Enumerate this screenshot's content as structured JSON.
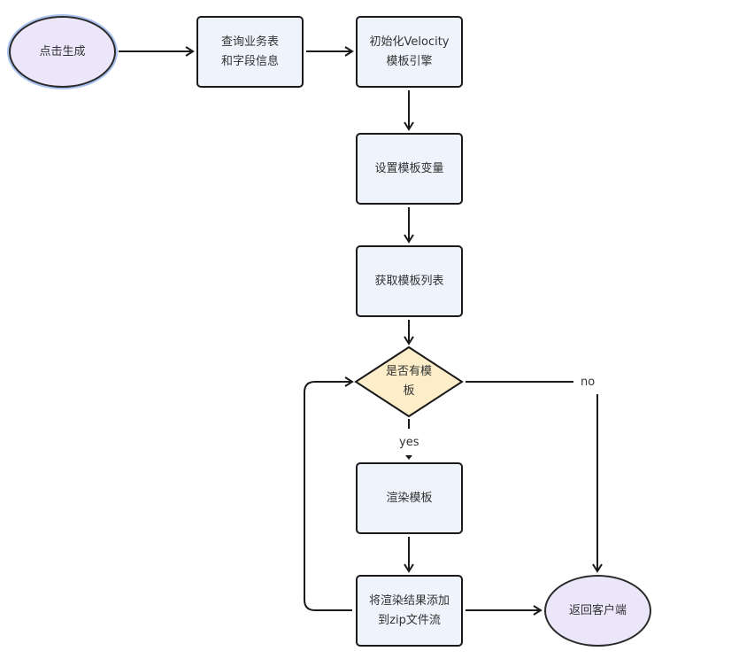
{
  "diagram": {
    "type": "flowchart",
    "colors": {
      "process_fill": "#eff3fb",
      "terminal_fill": "#ece6fb",
      "decision_fill": "#fdedc9",
      "stroke": "#1a1a1a",
      "selection": "#a9c2ee",
      "text": "#333333"
    },
    "nodes": {
      "start": {
        "label": "点击生成",
        "shape": "terminal"
      },
      "query_tables": {
        "label": "查询业务表\n和字段信息",
        "shape": "process"
      },
      "init_velocity": {
        "label": "初始化Velocity\n模板引擎",
        "shape": "process"
      },
      "set_vars": {
        "label": "设置模板变量",
        "shape": "process"
      },
      "get_templates": {
        "label": "获取模板列表",
        "shape": "process"
      },
      "has_template": {
        "label": "是否有模\n板",
        "shape": "decision"
      },
      "render": {
        "label": "渲染模板",
        "shape": "process"
      },
      "add_zip": {
        "label": "将渲染结果添加\n到zip文件流",
        "shape": "process"
      },
      "end": {
        "label": "返回客户端",
        "shape": "terminal"
      }
    },
    "edges": [
      {
        "from": "start",
        "to": "query_tables",
        "label": ""
      },
      {
        "from": "query_tables",
        "to": "init_velocity",
        "label": ""
      },
      {
        "from": "init_velocity",
        "to": "set_vars",
        "label": ""
      },
      {
        "from": "set_vars",
        "to": "get_templates",
        "label": ""
      },
      {
        "from": "get_templates",
        "to": "has_template",
        "label": ""
      },
      {
        "from": "has_template",
        "to": "render",
        "label": "yes"
      },
      {
        "from": "has_template",
        "to": "end",
        "label": "no"
      },
      {
        "from": "render",
        "to": "add_zip",
        "label": ""
      },
      {
        "from": "add_zip",
        "to": "has_template",
        "label": ""
      },
      {
        "from": "add_zip",
        "to": "end",
        "label": ""
      }
    ]
  }
}
